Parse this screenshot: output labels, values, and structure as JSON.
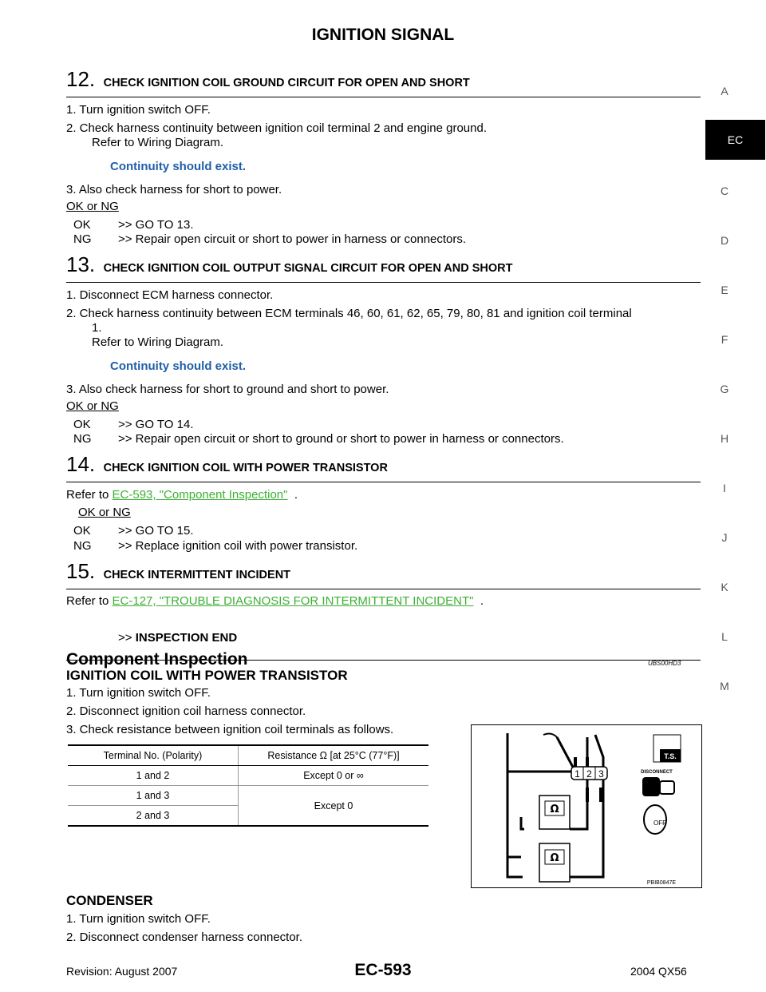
{
  "page_title": "IGNITION SIGNAL",
  "side_tabs": [
    "A",
    "EC",
    "C",
    "D",
    "E",
    "F",
    "G",
    "H",
    "I",
    "J",
    "K",
    "L",
    "M"
  ],
  "active_tab": "EC",
  "step12": {
    "num": "12.",
    "label": "CHECK IGNITION COIL GROUND CIRCUIT FOR OPEN AND SHORT",
    "line1": "1.  Turn ignition switch OFF.",
    "line2": "2.  Check harness continuity between ignition coil terminal 2 and engine ground.",
    "line2b": "Refer to Wiring Diagram.",
    "spec": "Continuity should exist.",
    "line3": "3.  Also check harness for short to power.",
    "okng": "OK or NG",
    "ok_key": "OK",
    "ok_val": ">> GO TO 13.",
    "ng_key": "NG",
    "ng_val": ">> Repair open circuit or short to power in harness or connectors."
  },
  "step13": {
    "num": "13.",
    "label": "CHECK IGNITION COIL OUTPUT SIGNAL CIRCUIT FOR OPEN AND SHORT",
    "line1": "1.  Disconnect ECM harness connector.",
    "line2": "2.  Check harness continuity between ECM terminals 46, 60, 61, 62, 65, 79, 80, 81 and ignition coil terminal",
    "line2b": "1.",
    "line2c": "Refer to Wiring Diagram.",
    "spec": "Continuity should exist.",
    "line3": "3.  Also check harness for short to ground and short to power.",
    "okng": "OK or NG",
    "ok_key": "OK",
    "ok_val": ">> GO TO 14.",
    "ng_key": "NG",
    "ng_val": ">> Repair open circuit or short to ground or short to power in harness or connectors."
  },
  "step14": {
    "num": "14.",
    "label": "CHECK IGNITION COIL WITH POWER TRANSISTOR",
    "refer": "Refer to",
    "link": "EC-593, \"Component Inspection\"",
    "refer_end": ".",
    "okng": "OK or NG",
    "ok_key": "OK",
    "ok_val": ">> GO TO 15.",
    "ng_key": "NG",
    "ng_val": ">> Replace ignition coil with power transistor."
  },
  "step15": {
    "num": "15.",
    "label": "CHECK INTERMITTENT INCIDENT",
    "refer": "Refer to",
    "link": "EC-127, \"TROUBLE DIAGNOSIS FOR INTERMITTENT INCIDENT\"",
    "refer_end": ".",
    "end_arrow": ">>",
    "end_text": "INSPECTION END"
  },
  "component": {
    "title": "Component Inspection",
    "code": "UBS00HD3",
    "subtitle": "IGNITION COIL WITH POWER TRANSISTOR",
    "line1": "1.  Turn ignition switch OFF.",
    "line2": "2.  Disconnect ignition coil harness connector.",
    "line3": "3.  Check resistance between ignition coil terminals as follows.",
    "table": {
      "headers": [
        "Terminal No. (Polarity)",
        "Resistance Ω [at 25°C (77°F)]"
      ],
      "rows": [
        [
          "1 and 2",
          "Except 0 or ∞"
        ],
        [
          "1 and 3",
          "Except 0"
        ],
        [
          "2 and 3",
          ""
        ]
      ]
    },
    "figure": {
      "connector_labels": [
        "1",
        "2",
        "3"
      ],
      "ts_label": "T.S.",
      "disconnect_label": "DISCONNECT",
      "off_label": "OFF",
      "meter_symbol": "Ω",
      "figure_code": "PBIB0847E"
    },
    "condenser_title": "CONDENSER",
    "c_line1": "1.  Turn ignition switch OFF.",
    "c_line2": "2.  Disconnect condenser harness connector."
  },
  "footer": {
    "revision": "Revision: August 2007",
    "page": "EC-593",
    "model": "2004 QX56"
  }
}
